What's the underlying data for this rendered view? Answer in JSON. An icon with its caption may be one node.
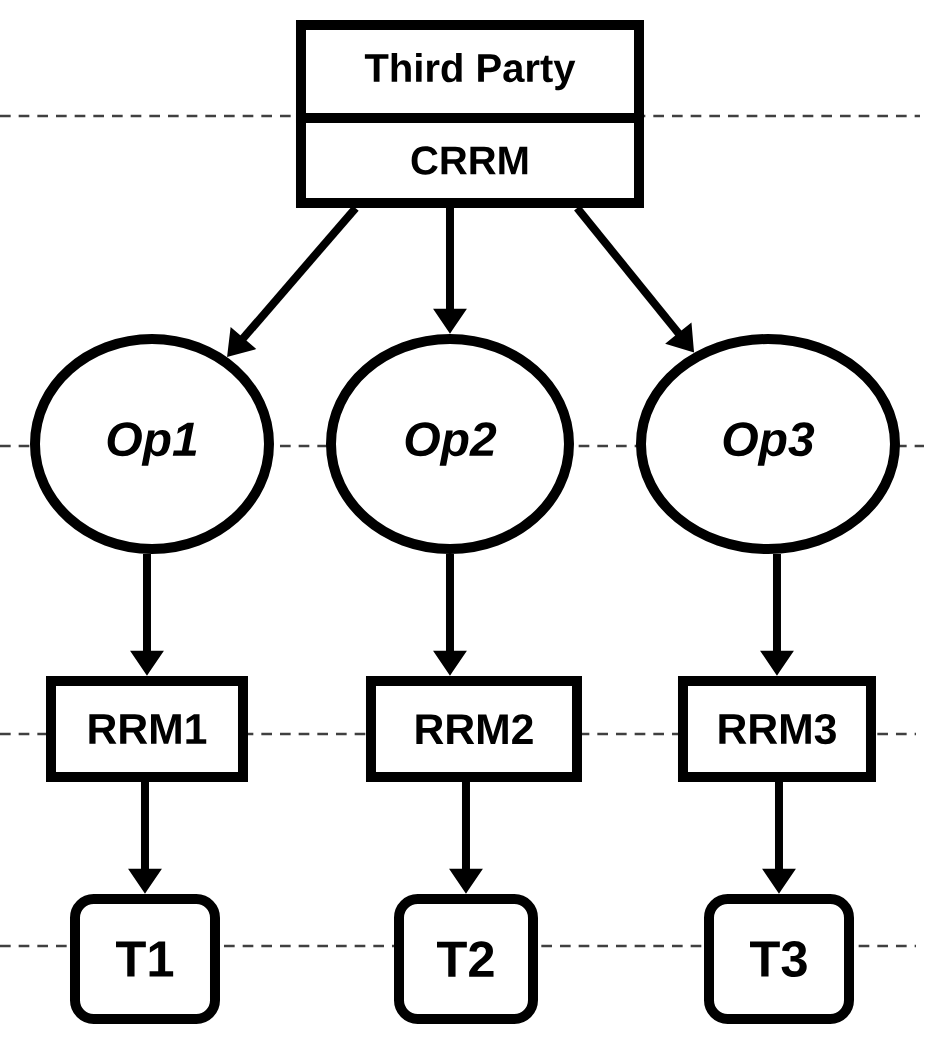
{
  "diagram": {
    "nodes": [
      {
        "text": [
          "Third Party"
        ]
      },
      {
        "text": [
          "CRRM"
        ]
      },
      {
        "text": [
          "Op1"
        ]
      },
      {
        "text": [
          "Op2"
        ]
      },
      {
        "text": [
          "Op3"
        ]
      },
      {
        "text": [
          "RRM1"
        ]
      },
      {
        "text": [
          "RRM2"
        ]
      },
      {
        "text": [
          "RRM3"
        ]
      },
      {
        "text": [
          "T1"
        ]
      },
      {
        "text": [
          "T2"
        ]
      },
      {
        "text": [
          "T3"
        ]
      }
    ],
    "edges": [
      {
        "from": 1,
        "to": 2,
        "arrow": "to"
      },
      {
        "from": 1,
        "to": 3,
        "arrow": "to"
      },
      {
        "from": 1,
        "to": 4,
        "arrow": "to"
      },
      {
        "from": 2,
        "to": 5,
        "arrow": "to"
      },
      {
        "from": 3,
        "to": 6,
        "arrow": "to"
      },
      {
        "from": 4,
        "to": 7,
        "arrow": "to"
      },
      {
        "from": 5,
        "to": 8,
        "arrow": "to"
      },
      {
        "from": 6,
        "to": 9,
        "arrow": "to"
      },
      {
        "from": 7,
        "to": 10,
        "arrow": "to"
      }
    ]
  }
}
